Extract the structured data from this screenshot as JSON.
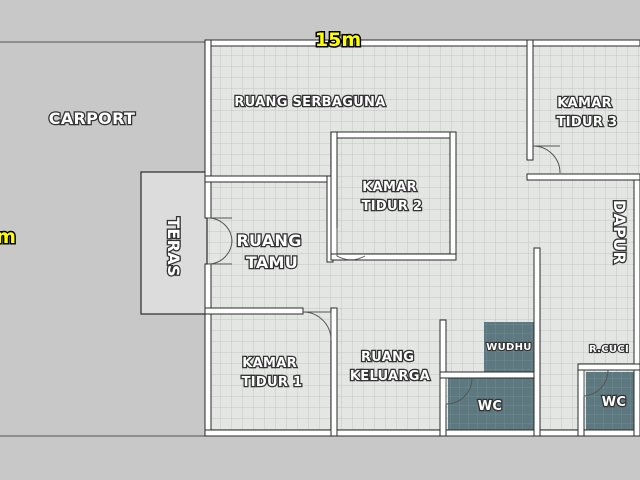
{
  "dimensions": {
    "width_label": "15m",
    "side_label": "m"
  },
  "rooms": {
    "carport": "CARPORT",
    "teras": "TERAS",
    "ruang_serbaguna": "RUANG SERBAGUNA",
    "kamar_tidur_3": [
      "KAMAR",
      "TIDUR 3"
    ],
    "kamar_tidur_2": [
      "KAMAR",
      "TIDUR 2"
    ],
    "dapur": "DAPUR",
    "ruang_tamu": [
      "RUANG",
      "TAMU"
    ],
    "kamar_tidur_1": [
      "KAMAR",
      "TIDUR 1"
    ],
    "ruang_keluarga": [
      "RUANG",
      "KELUARGA"
    ],
    "wudhu": "WUDHU",
    "wc_1": "WC",
    "r_cuci": "R.CUCI",
    "wc_2": "WC"
  },
  "colors": {
    "background": "#c8c8c8",
    "floor_tile": "#e4e6e4",
    "tile_grid": "#c3c6c3",
    "wall": "#ffffff",
    "wall_outline": "#2a2a2a",
    "wet_area": "#5e7880",
    "dimension_text": "#ffff00"
  }
}
